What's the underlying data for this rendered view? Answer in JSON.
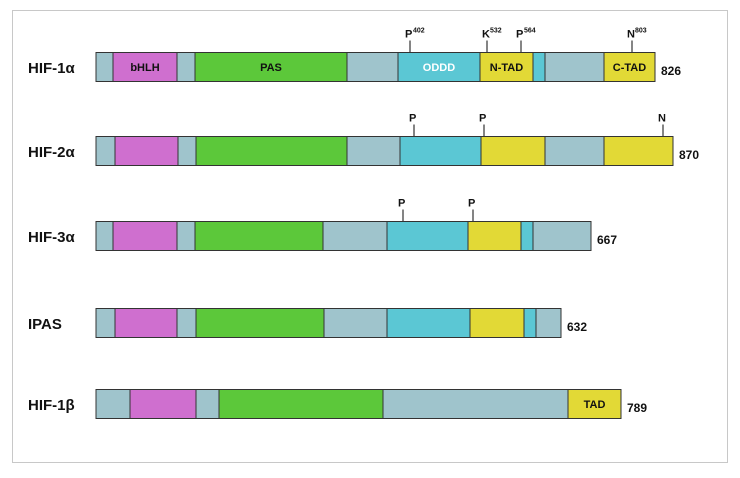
{
  "colors": {
    "bhlh": "#cf6fcf",
    "pas": "#5cc83a",
    "oddd": "#5bc7d4",
    "tad": "#e2d936",
    "linker": "#9fc4cc",
    "outline": "#333333"
  },
  "proteins": [
    {
      "name": "HIF-1α",
      "length": "826",
      "segments": [
        {
          "kind": "linker"
        },
        {
          "kind": "bhlh",
          "label": "bHLH"
        },
        {
          "kind": "linker"
        },
        {
          "kind": "pas",
          "label": "PAS"
        },
        {
          "kind": "linker"
        },
        {
          "kind": "oddd",
          "label": "ODDD"
        },
        {
          "kind": "tad",
          "label": "N-TAD"
        },
        {
          "kind": "oddd"
        },
        {
          "kind": "linker"
        },
        {
          "kind": "tad",
          "label": "C-TAD"
        }
      ],
      "sites": [
        {
          "letter": "P",
          "number": "402"
        },
        {
          "letter": "K",
          "number": "532"
        },
        {
          "letter": "P",
          "number": "564"
        },
        {
          "letter": "N",
          "number": "803"
        }
      ]
    },
    {
      "name": "HIF-2α",
      "length": "870",
      "segments": [
        {
          "kind": "linker"
        },
        {
          "kind": "bhlh"
        },
        {
          "kind": "linker"
        },
        {
          "kind": "pas"
        },
        {
          "kind": "linker"
        },
        {
          "kind": "oddd"
        },
        {
          "kind": "tad"
        },
        {
          "kind": "linker"
        },
        {
          "kind": "tad"
        }
      ],
      "sites": [
        {
          "letter": "P",
          "number": ""
        },
        {
          "letter": "P",
          "number": ""
        },
        {
          "letter": "N",
          "number": ""
        }
      ]
    },
    {
      "name": "HIF-3α",
      "length": "667",
      "segments": [
        {
          "kind": "linker"
        },
        {
          "kind": "bhlh"
        },
        {
          "kind": "linker"
        },
        {
          "kind": "pas"
        },
        {
          "kind": "linker"
        },
        {
          "kind": "oddd"
        },
        {
          "kind": "tad"
        },
        {
          "kind": "oddd"
        },
        {
          "kind": "linker"
        }
      ],
      "sites": [
        {
          "letter": "P",
          "number": ""
        },
        {
          "letter": "P",
          "number": ""
        }
      ]
    },
    {
      "name": "IPAS",
      "length": "632",
      "segments": [
        {
          "kind": "linker"
        },
        {
          "kind": "bhlh"
        },
        {
          "kind": "linker"
        },
        {
          "kind": "pas"
        },
        {
          "kind": "linker"
        },
        {
          "kind": "oddd"
        },
        {
          "kind": "tad"
        },
        {
          "kind": "oddd"
        },
        {
          "kind": "linker"
        }
      ],
      "sites": []
    },
    {
      "name": "HIF-1β",
      "length": "789",
      "segments": [
        {
          "kind": "linker"
        },
        {
          "kind": "bhlh"
        },
        {
          "kind": "linker"
        },
        {
          "kind": "pas"
        },
        {
          "kind": "linker"
        },
        {
          "kind": "tad",
          "label": "TAD"
        }
      ],
      "sites": []
    }
  ]
}
